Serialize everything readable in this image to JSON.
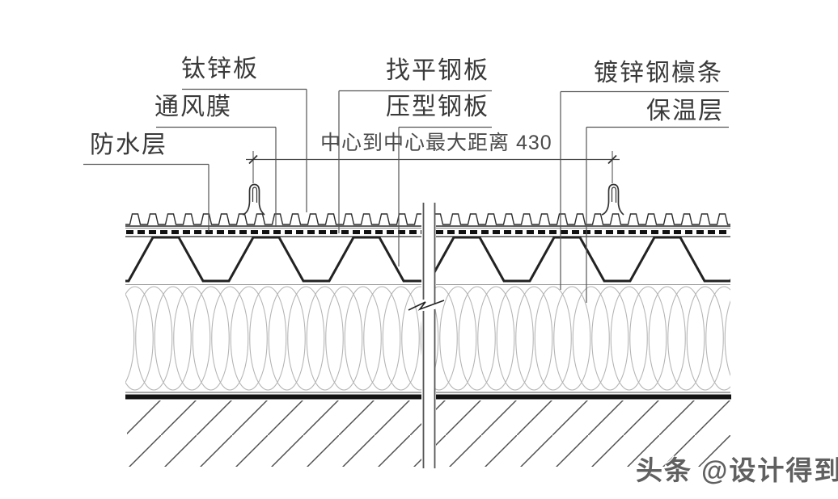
{
  "diagram": {
    "type": "roof-construction-section-detail",
    "labels": [
      {
        "id": "titanium-zinc-panel",
        "text": "钛锌板"
      },
      {
        "id": "ventilation-membrane",
        "text": "通风膜"
      },
      {
        "id": "waterproof-layer",
        "text": "防水层"
      },
      {
        "id": "leveling-steel-plate",
        "text": "找平钢板"
      },
      {
        "id": "profiled-steel-sheet",
        "text": "压型钢板"
      },
      {
        "id": "galvanized-steel-purlin",
        "text": "镀锌钢檩条"
      },
      {
        "id": "insulation-layer",
        "text": "保温层"
      }
    ],
    "dimension": {
      "text": "中心到中心最大距离 430",
      "value": "430",
      "meaning": "center-to-center maximum distance"
    },
    "watermark": {
      "text": "头条 @设计得到"
    },
    "colors": {
      "line_dark": "#2b2b2b",
      "line_medium": "#555555",
      "insulation_gray": "#b5b5b5",
      "text": "#3a3a3a",
      "background": "#ffffff"
    }
  }
}
